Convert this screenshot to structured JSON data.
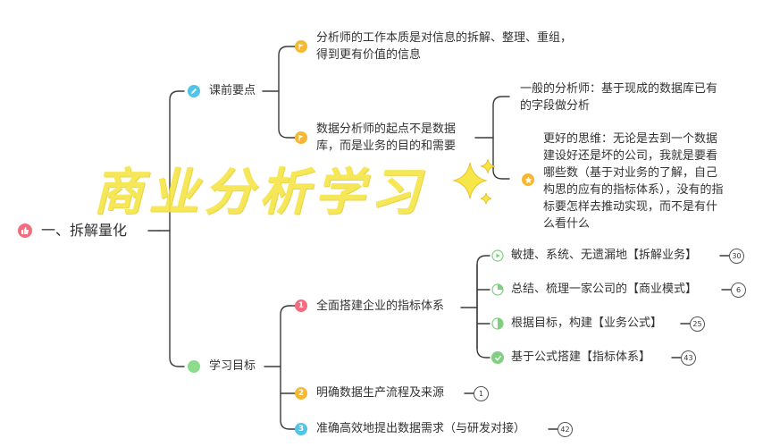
{
  "root": {
    "label": "一、拆解量化"
  },
  "branches": [
    {
      "label": "课前要点"
    },
    {
      "label": "学习目标"
    }
  ],
  "pre_class": [
    {
      "text": "分析师的工作本质是对信息的拆解、整理、重组，得到更有价值的信息"
    },
    {
      "text": "数据分析师的起点不是数据库，而是业务的目的和需要"
    }
  ],
  "analyst": [
    {
      "text": "一般的分析师：基于现成的数据库已有的字段做分析"
    },
    {
      "text": "更好的思维：无论是去到一个数据建设好还是坏的公司，我就是要看哪些数（基于对业务的了解，自己构思的应有的指标体系），没有的指标要怎样去推动实现，而不是有什么看什么"
    }
  ],
  "goals": [
    {
      "num": "1",
      "text": "全面搭建企业的指标体系"
    },
    {
      "num": "2",
      "text": "明确数据生产流程及来源",
      "badge": "1"
    },
    {
      "num": "3",
      "text": "准确高效地提出数据需求（与研发对接）",
      "badge": "42"
    }
  ],
  "system_steps": [
    {
      "text": "敏捷、系统、无遗漏地【拆解业务】",
      "badge": "30",
      "progress": 0
    },
    {
      "text": "总结、梳理一家公司的【商业模式】",
      "badge": "6",
      "progress": 0.25
    },
    {
      "text": "根据目标，构建【业务公式】",
      "badge": "25",
      "progress": 0.5
    },
    {
      "text": "基于公式搭建【指标体系】",
      "badge": "43",
      "progress": 1
    }
  ],
  "watermark": {
    "text": "商业分析学习"
  },
  "colors": {
    "line": "#3a3a3a",
    "root_icon": "#f26d7d",
    "pre_class_icon": "#4fc3e8",
    "goals_icon": "#8cdc8c",
    "flag_icon": "#f5b830",
    "star_icon": "#f5b830",
    "num1": "#f26d7d",
    "num2": "#f5b830",
    "num3": "#4fc3e8",
    "progress": "#7ed07e",
    "watermark": "#f6e64a"
  }
}
